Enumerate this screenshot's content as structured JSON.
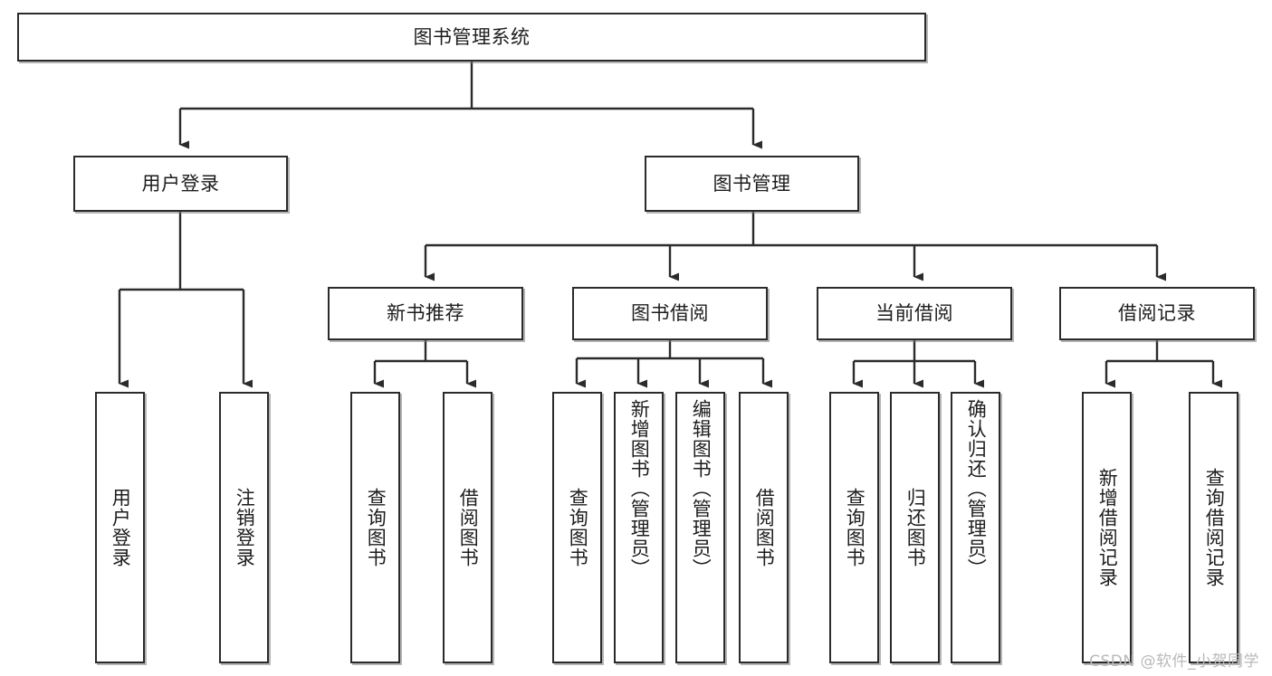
{
  "diagram": {
    "title": "图书管理系统",
    "type": "tree-hierarchy-chart",
    "root": {
      "id": "root",
      "label": "图书管理系统"
    },
    "level2": [
      {
        "id": "user-login",
        "label": "用户登录"
      },
      {
        "id": "book-management",
        "label": "图书管理"
      }
    ],
    "level3": [
      {
        "id": "new-book-recommend",
        "label": "新书推荐"
      },
      {
        "id": "book-borrow",
        "label": "图书借阅"
      },
      {
        "id": "current-borrow",
        "label": "当前借阅"
      },
      {
        "id": "borrow-record",
        "label": "借阅记录"
      }
    ],
    "leaves": [
      {
        "id": "leaf-user-login",
        "label": "用户登录",
        "parent": "user-login"
      },
      {
        "id": "leaf-user-logout",
        "label": "注销登录",
        "parent": "user-login"
      },
      {
        "id": "leaf-query-book-1",
        "label": "查询图书",
        "parent": "new-book-recommend"
      },
      {
        "id": "leaf-borrow-book-1",
        "label": "借阅图书",
        "parent": "new-book-recommend"
      },
      {
        "id": "leaf-query-book-2",
        "label": "查询图书",
        "parent": "book-borrow"
      },
      {
        "id": "leaf-add-book",
        "label": "新增图书（管理员）",
        "parent": "book-borrow"
      },
      {
        "id": "leaf-edit-book",
        "label": "编辑图书（管理员）",
        "parent": "book-borrow"
      },
      {
        "id": "leaf-borrow-book-2",
        "label": "借阅图书",
        "parent": "book-borrow"
      },
      {
        "id": "leaf-query-book-3",
        "label": "查询图书",
        "parent": "current-borrow"
      },
      {
        "id": "leaf-return-book",
        "label": "归还图书",
        "parent": "current-borrow"
      },
      {
        "id": "leaf-confirm-return",
        "label": "确认归还（管理员）",
        "parent": "current-borrow"
      },
      {
        "id": "leaf-add-record",
        "label": "新增借阅记录",
        "parent": "borrow-record"
      },
      {
        "id": "leaf-query-record",
        "label": "查询借阅记录",
        "parent": "borrow-record"
      }
    ],
    "colors": {
      "box_border": "#2b2b2b",
      "box_fill": "#ffffff",
      "connector": "#2b2b2b",
      "text": "#1d1d1d",
      "watermark": "#b9b9b9",
      "background": "#ffffff"
    }
  },
  "watermark": {
    "text": "CSDN @软件_小贺同学"
  }
}
